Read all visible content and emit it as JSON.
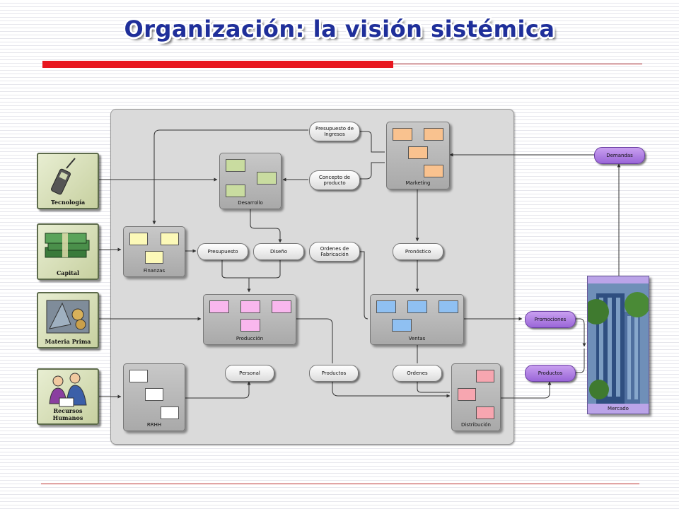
{
  "title": "Organización: la visión sistémica",
  "inputs": {
    "tecnologia": "Tecnología",
    "capital": "Capital",
    "materia_prima": "Materia Prima",
    "recursos_humanos": "Recursos Humanos"
  },
  "processes": {
    "desarrollo": "Desarrollo",
    "marketing": "Marketing",
    "finanzas": "Finanzas",
    "produccion": "Producción",
    "ventas": "Ventas",
    "rrhh": "RRHH",
    "distribucion": "Distribución"
  },
  "flows": {
    "presupuesto_ingresos": "Presupuesto de Ingresos",
    "concepto_producto": "Concepto de producto",
    "presupuesto": "Presupuesto",
    "diseno": "Diseño",
    "ordenes_fabricacion": "Ordenes de Fabricación",
    "pronostico": "Pronóstico",
    "personal": "Personal",
    "productos": "Productos",
    "ordenes": "Ordenes"
  },
  "market": {
    "demandas": "Demandas",
    "promociones": "Promociones",
    "productos": "Productos",
    "mercado": "Mercado"
  },
  "colors": {
    "title": "#1f2f9a",
    "accent_red": "#e8171f",
    "desarrollo": "#c9dca0",
    "marketing": "#f9c28f",
    "finanzas": "#fcf9b8",
    "produccion": "#f9b7ee",
    "ventas": "#8fc0f2",
    "rrhh": "#ffffff",
    "distribucion": "#f7a6b0",
    "market_pill": "#b07fe4"
  }
}
